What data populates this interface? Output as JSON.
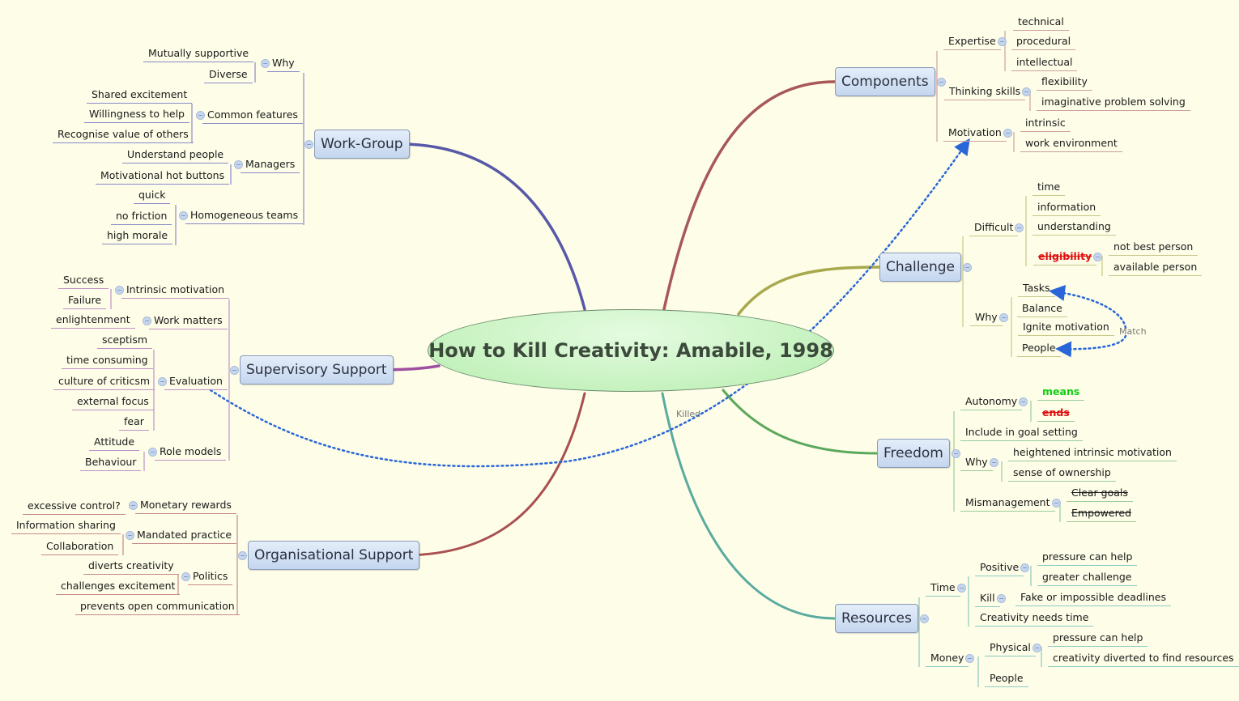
{
  "central": "How to Kill Creativity: Amabile, 1998",
  "relationships": {
    "killed": "Killed",
    "match": "Match",
    "color": "#2a66d8"
  },
  "colors": {
    "work_group": "#5858a8",
    "supervisory": "#a050a0",
    "organisational": "#a85050",
    "components": "#a85858",
    "challenge": "#a8a84c",
    "freedom": "#5aa85a",
    "resources": "#5aaaa0"
  },
  "work_group": {
    "label": "Work-Group",
    "why": {
      "label": "Why",
      "items": [
        "Mutually supportive",
        "Diverse"
      ]
    },
    "common_features": {
      "label": "Common features",
      "items": [
        "Shared excitement",
        "Willingness to help",
        "Recognise value of others"
      ]
    },
    "managers": {
      "label": "Managers",
      "items": [
        "Understand people",
        "Motivational hot buttons"
      ]
    },
    "homogeneous_teams": {
      "label": "Homogeneous teams",
      "items": [
        "quick",
        "no friction",
        "high morale"
      ]
    }
  },
  "supervisory": {
    "label": "Supervisory Support",
    "intrinsic_motivation": {
      "label": "Intrinsic motivation",
      "items": [
        "Success",
        "Failure"
      ]
    },
    "work_matters": {
      "label": "Work matters",
      "items": [
        "enlightenment"
      ]
    },
    "evaluation": {
      "label": "Evaluation",
      "items": [
        "sceptism",
        "time consuming",
        "culture of criticsm",
        "external focus",
        "fear"
      ]
    },
    "role_models": {
      "label": "Role models",
      "items": [
        "Attitude",
        "Behaviour"
      ]
    }
  },
  "organisational": {
    "label": "Organisational Support",
    "monetary_rewards": {
      "label": "Monetary rewards",
      "items": [
        "excessive control?"
      ]
    },
    "mandated_practice": {
      "label": "Mandated practice",
      "items": [
        "Information sharing",
        "Collaboration"
      ]
    },
    "politics": {
      "label": "Politics",
      "items": [
        "diverts creativity",
        "challenges excitement"
      ]
    },
    "prevents": "prevents open communication"
  },
  "components": {
    "label": "Components",
    "expertise": {
      "label": "Expertise",
      "items": [
        "technical",
        "procedural",
        "intellectual"
      ]
    },
    "thinking_skills": {
      "label": "Thinking skills",
      "items": [
        "flexibility",
        "imaginative problem solving"
      ]
    },
    "motivation": {
      "label": "Motivation",
      "items": [
        "intrinsic",
        "work environment"
      ]
    }
  },
  "challenge": {
    "label": "Challenge",
    "difficult": {
      "label": "Difficult",
      "items": [
        "time",
        "information",
        "understanding"
      ],
      "eligibility": {
        "label": "eligibility",
        "items": [
          "not best person",
          "available person"
        ]
      }
    },
    "why": {
      "label": "Why",
      "items": [
        "Tasks",
        "Balance",
        "Ignite motivation",
        "People"
      ]
    }
  },
  "freedom": {
    "label": "Freedom",
    "autonomy": {
      "label": "Autonomy",
      "items": [
        "means",
        "ends"
      ]
    },
    "goal_setting": "Include in goal setting",
    "why": {
      "label": "Why",
      "items": [
        "heightened intrinsic motivation",
        "sense of ownership"
      ]
    },
    "mismanagement": {
      "label": "Mismanagement",
      "items": [
        "Clear goals",
        "Empowered"
      ]
    }
  },
  "resources": {
    "label": "Resources",
    "time": {
      "label": "Time",
      "positive": {
        "label": "Positive",
        "items": [
          "pressure can help",
          "greater challenge"
        ]
      },
      "kill": {
        "label": "Kill",
        "items": [
          "Fake or impossible deadlines"
        ]
      },
      "needs_time": "Creativity needs time"
    },
    "money": {
      "label": "Money",
      "physical": {
        "label": "Physical",
        "items": [
          "pressure can help",
          "creativity diverted to find resources"
        ]
      },
      "people": "People"
    }
  }
}
